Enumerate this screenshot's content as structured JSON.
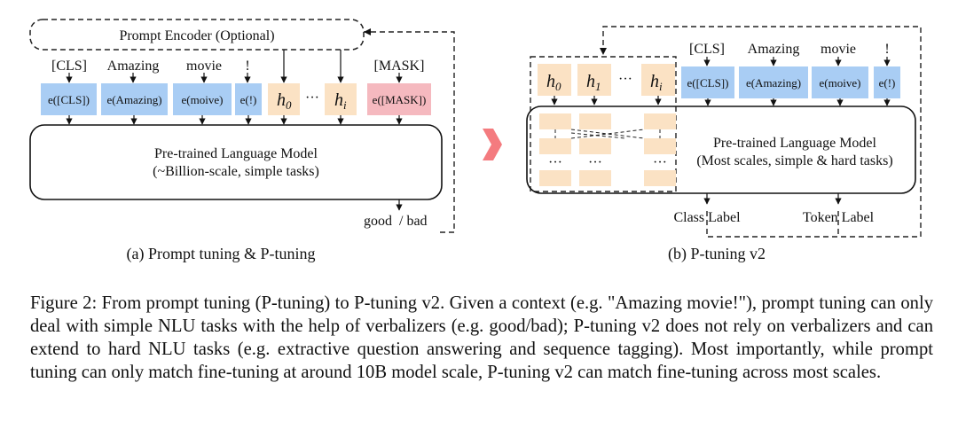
{
  "panel_a": {
    "encoder_label": "Prompt Encoder (Optional)",
    "tokens": [
      "[CLS]",
      "Amazing",
      "movie",
      "!",
      "[MASK]"
    ],
    "embeddings": [
      "e([CLS])",
      "e(Amazing)",
      "e(moive)",
      "e(!)",
      "e([MASK])"
    ],
    "prompts": [
      {
        "base": "h",
        "sub": "0"
      },
      {
        "base": "h",
        "sub": "i"
      }
    ],
    "ellipsis": "···",
    "model_line1": "Pre-trained Language Model",
    "model_line2": "(~Billion-scale, simple tasks)",
    "output": "good  / bad",
    "caption": "(a) Prompt tuning & P-tuning"
  },
  "panel_b": {
    "prompts": [
      {
        "base": "h",
        "sub": "0"
      },
      {
        "base": "h",
        "sub": "1"
      },
      {
        "base": "h",
        "sub": "i"
      }
    ],
    "ellipsis": "···",
    "tokens": [
      "[CLS]",
      "Amazing",
      "movie",
      "!"
    ],
    "embeddings": [
      "e([CLS])",
      "e(Amazing)",
      "e(moive)",
      "e(!)"
    ],
    "model_line1": "Pre-trained Language Model",
    "model_line2": "(Most scales, simple & hard tasks)",
    "outputs": [
      "Class Label",
      "Token Label"
    ],
    "caption": "(b) P-tuning v2"
  },
  "colors": {
    "embedding_blue": "#a9cdf4",
    "prompt_peach": "#fbe2c4",
    "mask_pink": "#f5b9bf",
    "arrow_red": "#f47b7f"
  },
  "figure_caption": [
    "Figure 2: From prompt tuning (P-tuning) to P-tuning v2. Given a context (e.g. \"Amazing movie!\"), prompt tuning can only deal with simple NLU tasks with the help of verbalizers (e.g. good/bad); P-tuning v2 does not rely on verbalizers and can extend to hard NLU tasks (e.g. extractive question answering and sequence tagging). Most importantly, while prompt tuning can only match fine-tuning at around 10B model scale, P-tuning v2 can match fine-tuning across most scales."
  ]
}
